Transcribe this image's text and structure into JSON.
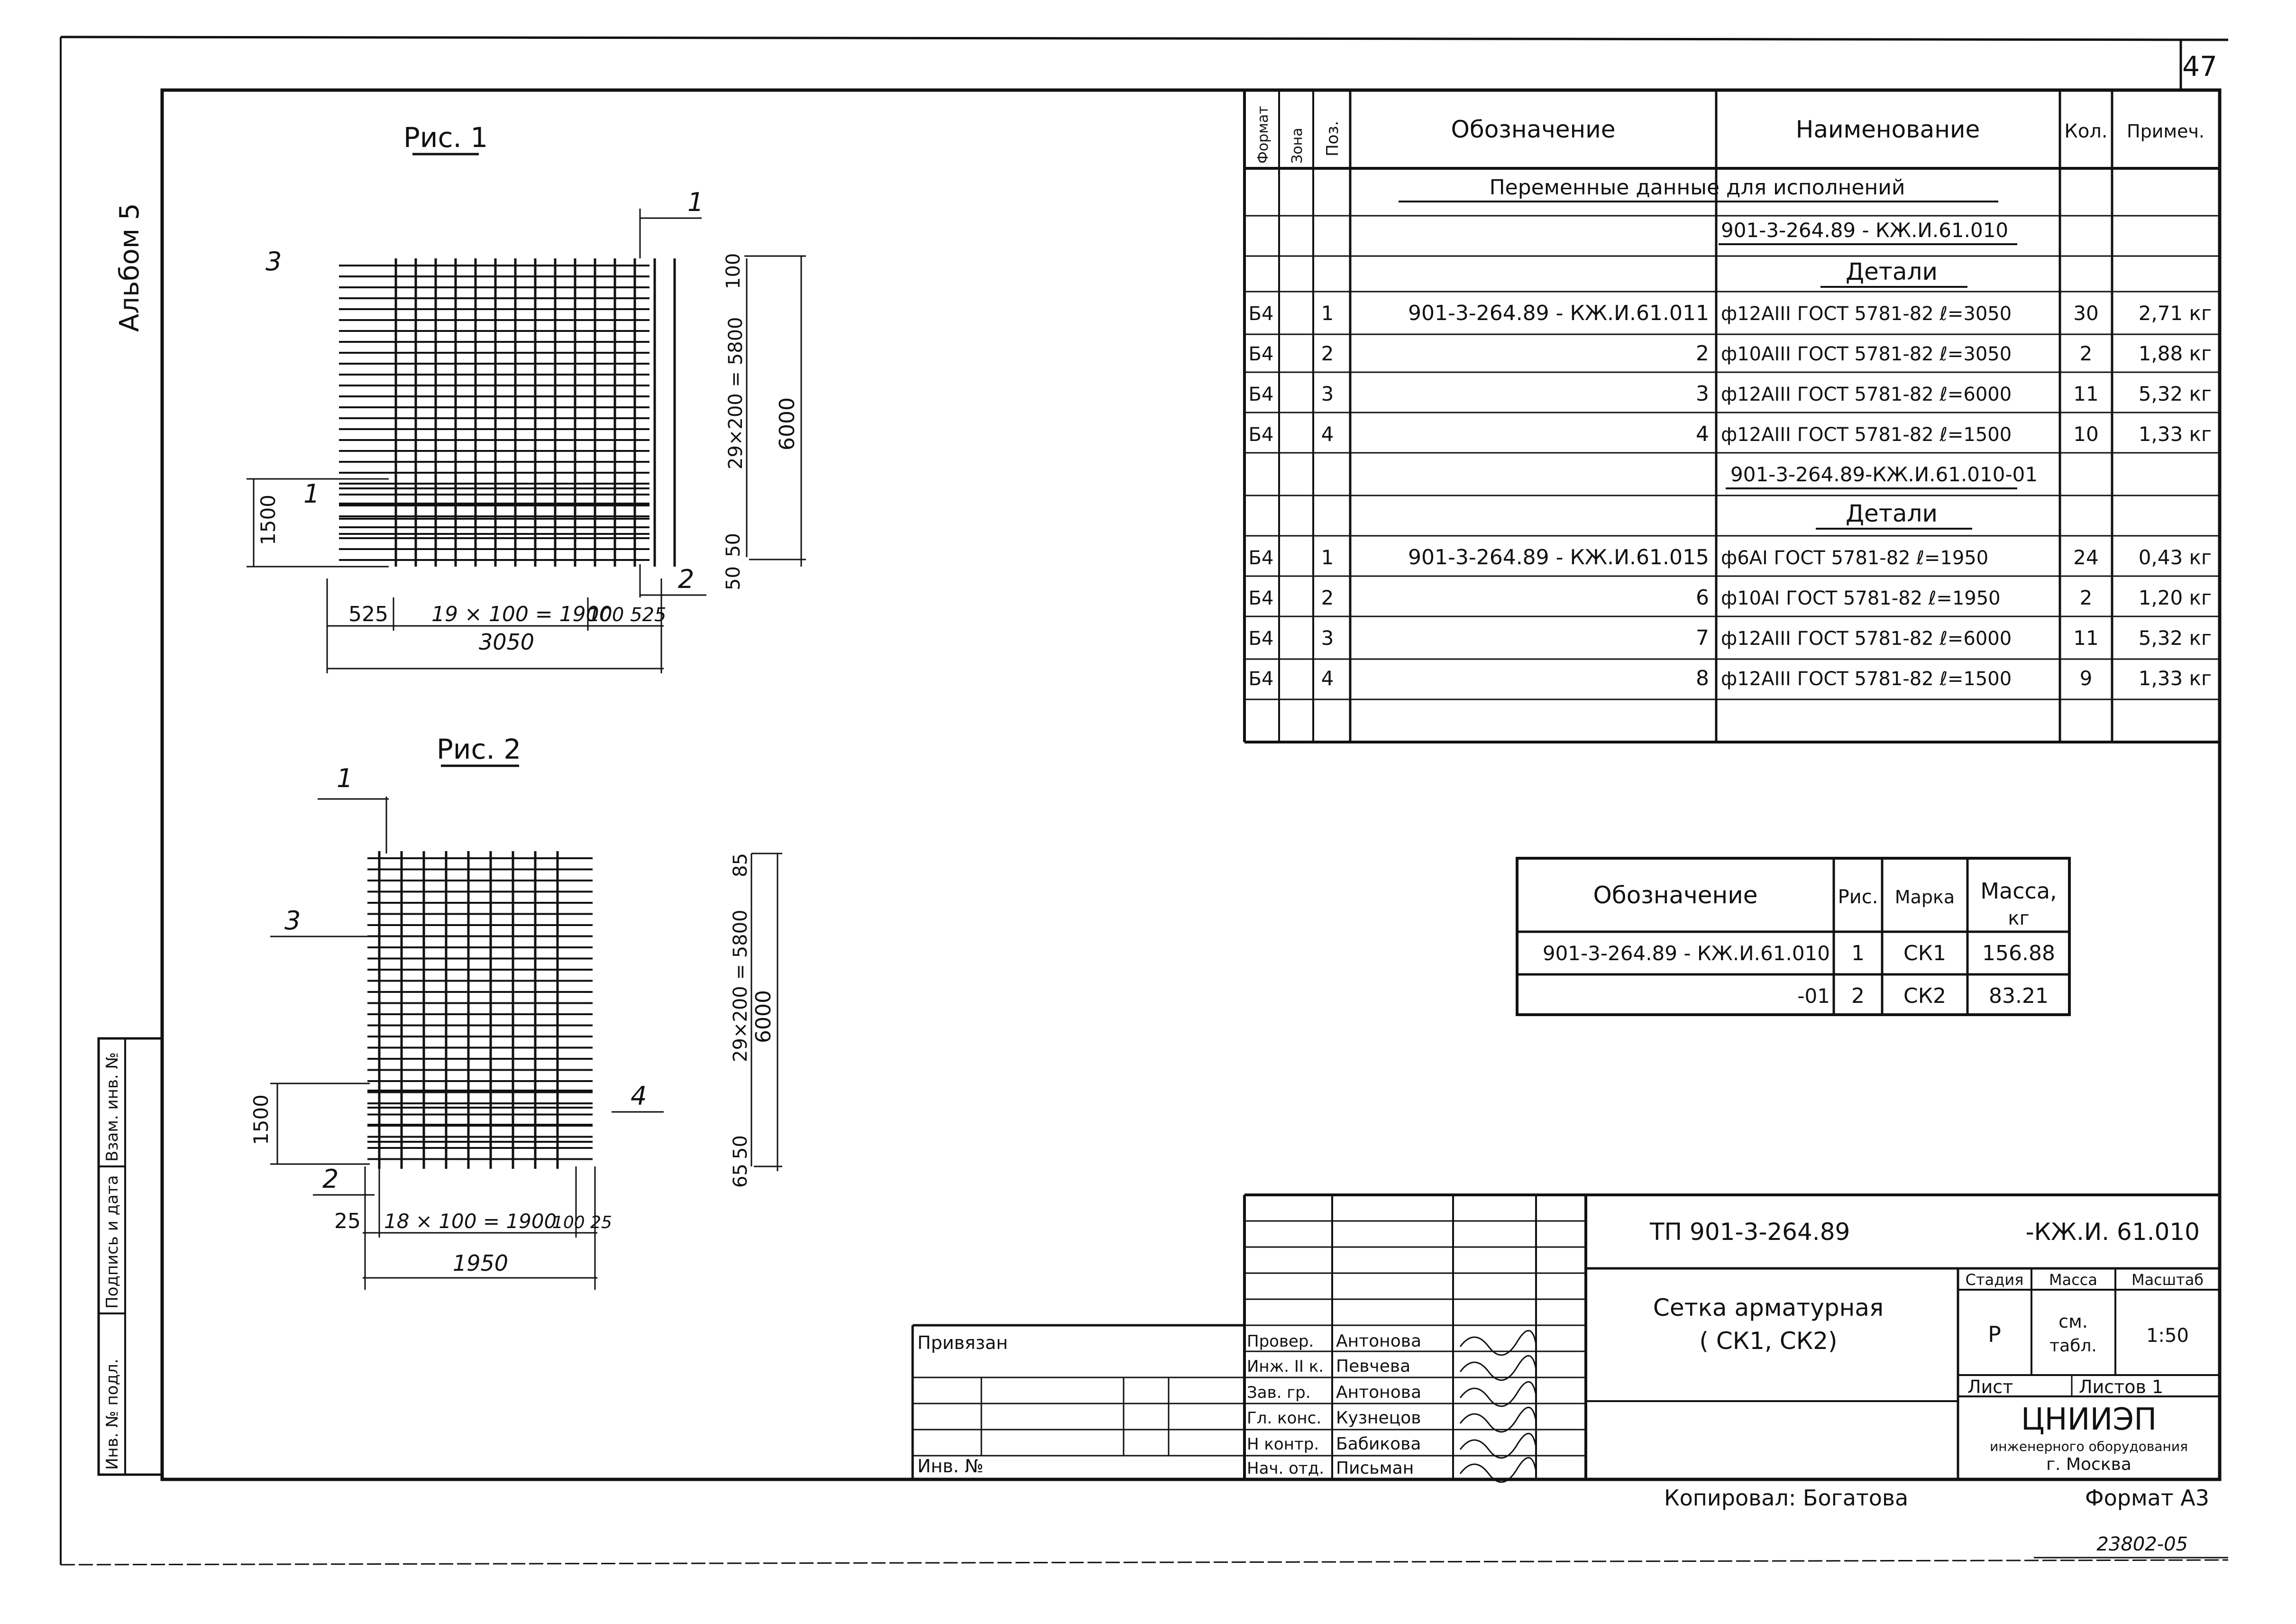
{
  "sheet": {
    "page_number": "47",
    "album": "Альбом 5",
    "copied_by": "Копировал: Богатова",
    "format": "Формат А3",
    "archive_number": "23802-05"
  },
  "figure1": {
    "title": "Рис. 1",
    "callouts": [
      "1",
      "2",
      "3",
      "1"
    ],
    "dim_top": "100",
    "dim_pitch": "29×200 = 5800",
    "dim_bottom": "50",
    "dim_bottom2": "50",
    "dim_total": "6000",
    "dim_left": "1500",
    "dim_x_left": "525",
    "dim_x_pitch": "19 × 100 = 1900",
    "dim_x_right": "100 525",
    "dim_x_total": "3050"
  },
  "figure2": {
    "title": "Рис. 2",
    "callouts": [
      "1",
      "2",
      "3",
      "4"
    ],
    "dim_top": "85",
    "dim_pitch": "29×200 = 5800",
    "dim_bottom": "50",
    "dim_bottom2": "65",
    "dim_total": "6000",
    "dim_left": "1500",
    "dim_x_left": "25",
    "dim_x_pitch": "18 × 100 = 1900",
    "dim_x_right": "100 25",
    "dim_x_total": "1950"
  },
  "spec_table": {
    "headers": [
      "Формат",
      "Зона",
      "Поз.",
      "Обозначение",
      "Наименование",
      "Кол.",
      "Примеч."
    ],
    "section_title": "Переменные данные для исполнений",
    "groups": [
      {
        "code": "901-3-264.89 - КЖ.И.61.010",
        "subtitle": "Детали",
        "rows": [
          {
            "fmt": "Б4",
            "pos": "1",
            "designation": "901-3-264.89 -   КЖ.И.61.011",
            "name": "ф12АIII ГОСТ 5781-82  ℓ=3050",
            "qty": "30",
            "note": "2,71 кг"
          },
          {
            "fmt": "Б4",
            "pos": "2",
            "designation": "2",
            "name": "ф10АIII ГОСТ 5781-82  ℓ=3050",
            "qty": "2",
            "note": "1,88 кг"
          },
          {
            "fmt": "Б4",
            "pos": "3",
            "designation": "3",
            "name": "ф12АIII ГОСТ 5781-82  ℓ=6000",
            "qty": "11",
            "note": "5,32 кг"
          },
          {
            "fmt": "Б4",
            "pos": "4",
            "designation": "4",
            "name": "ф12АIII ГОСТ 5781-82  ℓ=1500",
            "qty": "10",
            "note": "1,33 кг"
          }
        ]
      },
      {
        "code": "901-3-264.89-КЖ.И.61.010-01",
        "subtitle": "Детали",
        "rows": [
          {
            "fmt": "Б4",
            "pos": "1",
            "designation": "901-3-264.89 -   КЖ.И.61.015",
            "name": "ф6АI ГОСТ 5781-82  ℓ=1950",
            "qty": "24",
            "note": "0,43 кг"
          },
          {
            "fmt": "Б4",
            "pos": "2",
            "designation": "6",
            "name": "ф10АI ГОСТ 5781-82  ℓ=1950",
            "qty": "2",
            "note": "1,20 кг"
          },
          {
            "fmt": "Б4",
            "pos": "3",
            "designation": "7",
            "name": "ф12АIII ГОСТ 5781-82  ℓ=6000",
            "qty": "11",
            "note": "5,32 кг"
          },
          {
            "fmt": "Б4",
            "pos": "4",
            "designation": "8",
            "name": "ф12АIII ГОСТ 5781-82  ℓ=1500",
            "qty": "9",
            "note": "1,33 кг"
          }
        ]
      }
    ]
  },
  "mass_table": {
    "headers": [
      "Обозначение",
      "Рис.",
      "Марка",
      "Масса,",
      "кг"
    ],
    "rows": [
      {
        "designation": "901-3-264.89 - КЖ.И.61.010",
        "fig": "1",
        "mark": "СК1",
        "mass": "156.88"
      },
      {
        "designation": "-01",
        "fig": "2",
        "mark": "СК2",
        "mass": "83.21"
      }
    ]
  },
  "title_block": {
    "project": "ТП 901-3-264.89",
    "doc_code": "-КЖ.И. 61.010",
    "title_line1": "Сетка арматурная",
    "title_line2": "( СК1,  СК2)",
    "stage_label": "Стадия",
    "mass_label": "Масса",
    "scale_label": "Масштаб",
    "stage": "Р",
    "mass_line1": "см.",
    "mass_line2": "табл.",
    "scale": "1:50",
    "sheet_label": "Лист",
    "sheets_label": "Листов 1",
    "org_name": "ЦНИИЭП",
    "org_line2": "инженерного оборудования",
    "org_line3": "г. Москва",
    "bound_label": "Привязан",
    "inv_label": "Инв. №",
    "signatures": [
      {
        "role": "Провер.",
        "name": "Антонова"
      },
      {
        "role": "Инж. II к.",
        "name": "Певчева"
      },
      {
        "role": "Зав. гр.",
        "name": "Антонова"
      },
      {
        "role": "Гл. конс.",
        "name": "Кузнецов"
      },
      {
        "role": "Н контр.",
        "name": "Бабикова"
      },
      {
        "role": "Нач. отд.",
        "name": "Письман"
      }
    ]
  },
  "side_stamp": [
    "Инв. № подл.",
    "Подпись и дата",
    "Взам. инв. №"
  ]
}
